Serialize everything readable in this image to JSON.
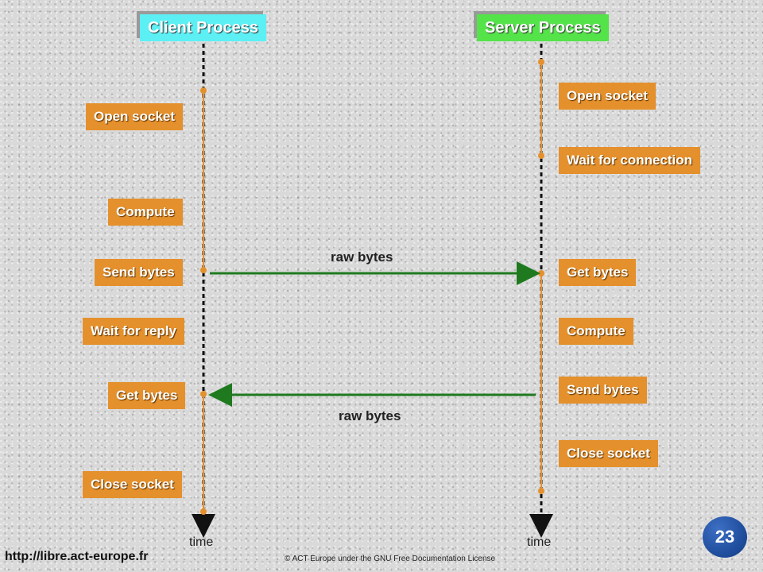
{
  "client": {
    "title": "Client Process",
    "steps": [
      "Open socket",
      "Compute",
      "Send bytes",
      "Wait for reply",
      "Get bytes",
      "Close socket"
    ],
    "axis_label": "time"
  },
  "server": {
    "title": "Server Process",
    "steps": [
      "Open socket",
      "Wait for connection",
      "Get bytes",
      "Compute",
      "Send bytes",
      "Close socket"
    ],
    "axis_label": "time"
  },
  "messages": {
    "request_label": "raw bytes",
    "reply_label": "raw bytes"
  },
  "footer": {
    "url": "http://libre.act-europe.fr",
    "copyright": "© ACT Europe under the GNU Free Documentation License",
    "page_number": "23"
  },
  "colors": {
    "client_header": "#5cf0f5",
    "server_header": "#55e34a",
    "step_box": "#e4902c",
    "message_arrow": "#1f7a1f"
  }
}
